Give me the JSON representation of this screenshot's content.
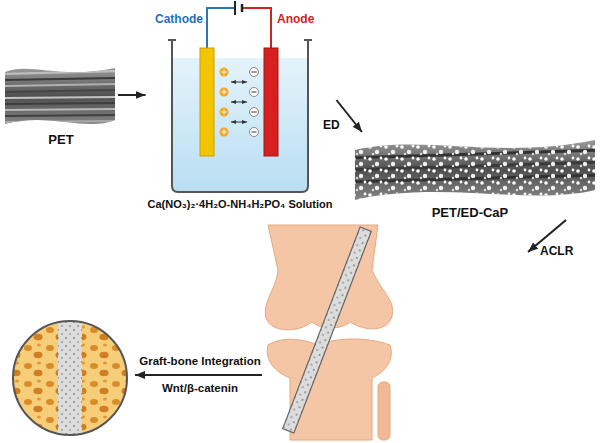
{
  "diagram": {
    "nodes": [
      {
        "text": [
          "PET"
        ]
      },
      {
        "text": [
          "Cathode",
          "Anode",
          "Ca(NO₃)₂·4H₂O-NH₄H₂PO₄ Solution"
        ]
      },
      {
        "text": [
          "PET/ED-CaP"
        ]
      }
    ],
    "edges": [
      {
        "from": 0,
        "to": 1,
        "arrow": "to"
      },
      {
        "from": 1,
        "to": 2,
        "label": "ED",
        "arrow": "to"
      }
    ],
    "labels": [
      "ACLR",
      "Graft-bone Integration",
      "Wnt/β-catenin"
    ]
  }
}
